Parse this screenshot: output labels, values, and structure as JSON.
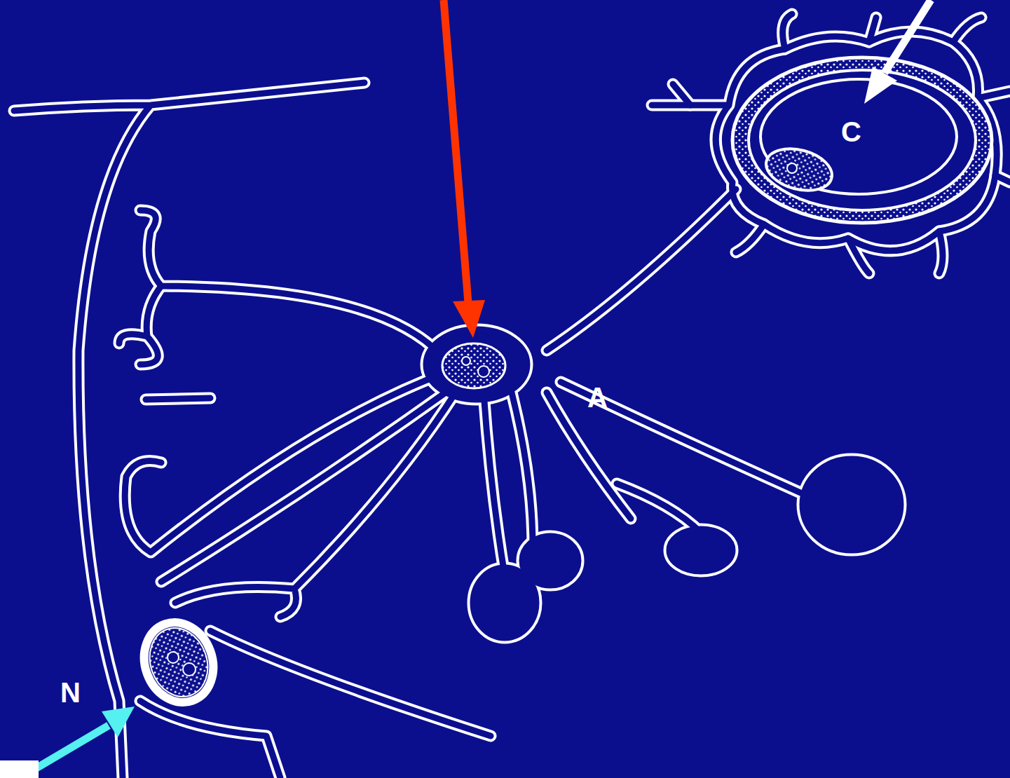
{
  "diagram": {
    "labels": [
      "C",
      "A",
      "N"
    ]
  }
}
